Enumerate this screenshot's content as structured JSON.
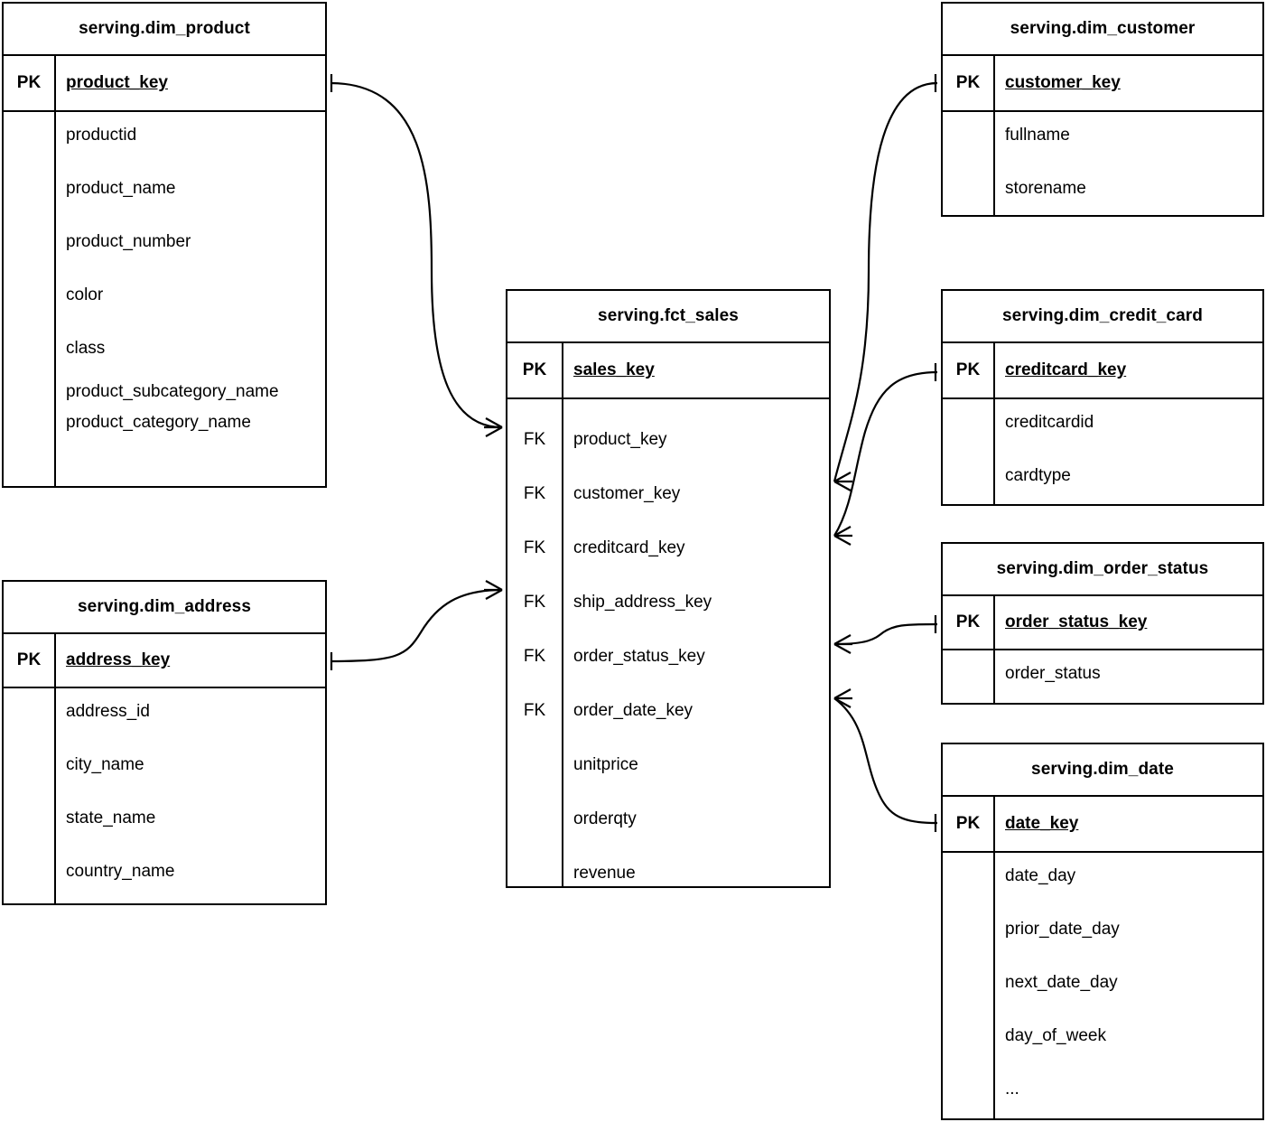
{
  "diagram": {
    "type": "entity-relationship-diagram",
    "notation": "crows-foot",
    "background_color": "#ffffff",
    "line_color": "#000000",
    "text_color": "#000000"
  },
  "entities": {
    "dim_product": {
      "title": "serving.dim_product",
      "pk_label": "PK",
      "pk_field": "product_key",
      "attributes": [
        "productid",
        "product_name",
        "product_number",
        "color",
        "class",
        "product_subcategory_name",
        "product_category_name"
      ]
    },
    "dim_address": {
      "title": "serving.dim_address",
      "pk_label": "PK",
      "pk_field": "address_key",
      "attributes": [
        "address_id",
        "city_name",
        "state_name",
        "country_name"
      ]
    },
    "fct_sales": {
      "title": "serving.fct_sales",
      "pk_label": "PK",
      "pk_field": "sales_key",
      "fk_label": "FK",
      "fields": [
        {
          "key": "FK",
          "name": "product_key"
        },
        {
          "key": "FK",
          "name": "customer_key"
        },
        {
          "key": "FK",
          "name": "creditcard_key"
        },
        {
          "key": "FK",
          "name": "ship_address_key"
        },
        {
          "key": "FK",
          "name": "order_status_key"
        },
        {
          "key": "FK",
          "name": "order_date_key"
        },
        {
          "key": "",
          "name": "unitprice"
        },
        {
          "key": "",
          "name": "orderqty"
        },
        {
          "key": "",
          "name": "revenue"
        }
      ]
    },
    "dim_customer": {
      "title": "serving.dim_customer",
      "pk_label": "PK",
      "pk_field": "customer_key",
      "attributes": [
        "fullname",
        "storename"
      ]
    },
    "dim_credit_card": {
      "title": "serving.dim_credit_card",
      "pk_label": "PK",
      "pk_field": "creditcard_key",
      "attributes": [
        "creditcardid",
        "cardtype"
      ]
    },
    "dim_order_status": {
      "title": "serving.dim_order_status",
      "pk_label": "PK",
      "pk_field": "order_status_key",
      "attributes": [
        "order_status"
      ]
    },
    "dim_date": {
      "title": "serving.dim_date",
      "pk_label": "PK",
      "pk_field": "date_key",
      "attributes": [
        "date_day",
        "prior_date_day",
        "next_date_day",
        "day_of_week",
        "..."
      ]
    }
  },
  "relationships": [
    {
      "name": "product-to-sales",
      "from": "dim_product.product_key",
      "to": "fct_sales.product_key",
      "from_cardinality": "one",
      "to_cardinality": "many"
    },
    {
      "name": "address-to-sales",
      "from": "dim_address.address_key",
      "to": "fct_sales.ship_address_key",
      "from_cardinality": "one",
      "to_cardinality": "many"
    },
    {
      "name": "customer-to-sales",
      "from": "dim_customer.customer_key",
      "to": "fct_sales.customer_key",
      "from_cardinality": "one",
      "to_cardinality": "many"
    },
    {
      "name": "creditcard-to-sales",
      "from": "dim_credit_card.creditcard_key",
      "to": "fct_sales.creditcard_key",
      "from_cardinality": "one",
      "to_cardinality": "many"
    },
    {
      "name": "order-status-to-sales",
      "from": "dim_order_status.order_status_key",
      "to": "fct_sales.order_status_key",
      "from_cardinality": "one",
      "to_cardinality": "many"
    },
    {
      "name": "date-to-sales",
      "from": "dim_date.date_key",
      "to": "fct_sales.order_date_key",
      "from_cardinality": "one",
      "to_cardinality": "many"
    }
  ]
}
